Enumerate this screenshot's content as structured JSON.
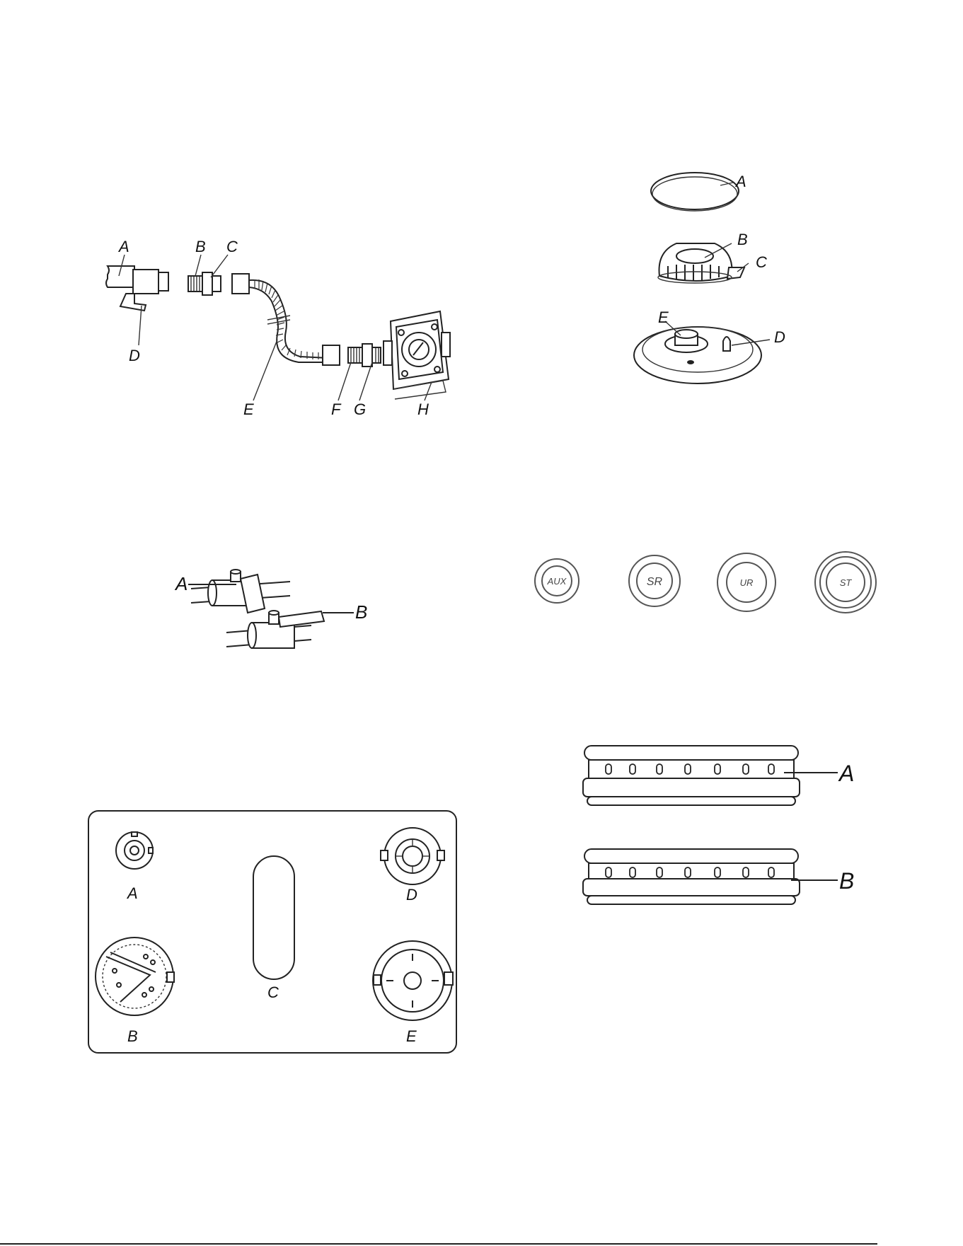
{
  "fig_gas_connection": {
    "labels": {
      "a": "A",
      "b": "B",
      "c": "C",
      "d": "D",
      "e": "E",
      "f": "F",
      "g": "G",
      "h": "H"
    }
  },
  "fig_burner_assembly": {
    "labels": {
      "a": "A",
      "b": "B",
      "c": "C",
      "d": "D",
      "e": "E"
    }
  },
  "fig_shutoff_valve": {
    "labels": {
      "a": "A",
      "b": "B"
    }
  },
  "fig_burner_caps": {
    "caps": [
      "AUX",
      "SR",
      "UR",
      "ST"
    ]
  },
  "fig_cooktop_layout": {
    "labels": {
      "a": "A",
      "b": "B",
      "c": "C",
      "d": "D",
      "e": "E"
    }
  },
  "fig_burner_side": {
    "labels": {
      "a": "A",
      "b": "B"
    }
  }
}
